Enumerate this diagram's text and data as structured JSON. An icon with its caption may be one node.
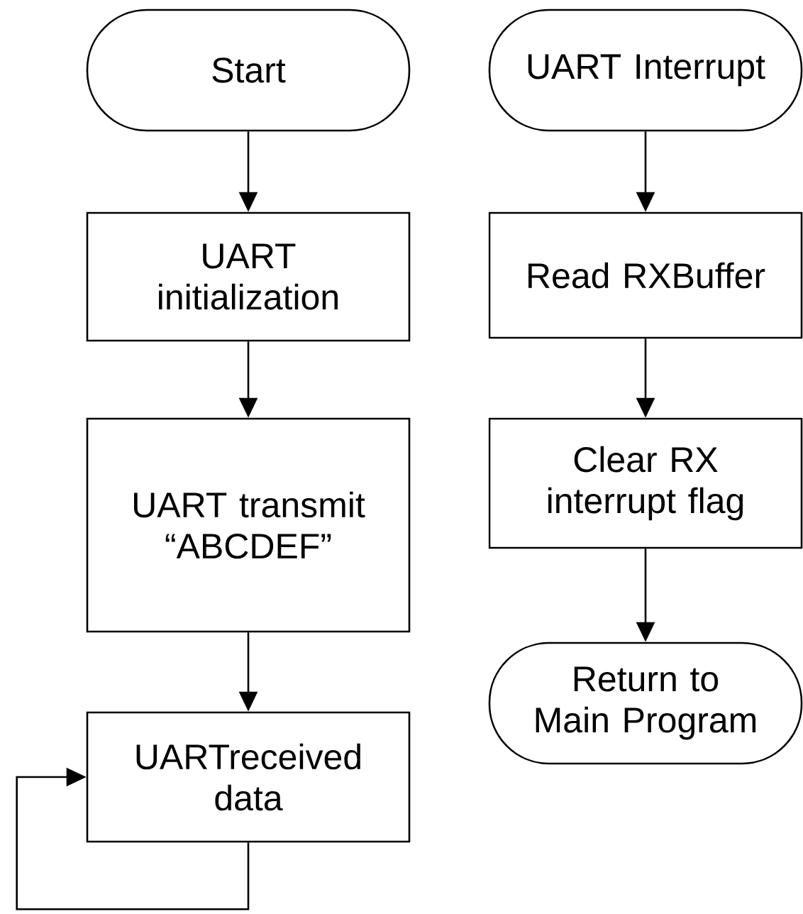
{
  "diagram": {
    "nodes": [
      {
        "text": [
          "Start"
        ]
      },
      {
        "text": [
          "UART initialization"
        ]
      },
      {
        "text": [
          "UART transmit “ABCDEF”"
        ]
      },
      {
        "text": [
          "UARTreceived data"
        ]
      },
      {
        "text": [
          "UART Interrupt"
        ]
      },
      {
        "text": [
          "Read RXBuffer"
        ]
      },
      {
        "text": [
          "Clear RX interrupt flag"
        ]
      },
      {
        "text": [
          "Return to Main Program"
        ]
      }
    ],
    "edges": [
      {
        "from": 0,
        "to": 1,
        "arrow": "to"
      },
      {
        "from": 1,
        "to": 2,
        "arrow": "to"
      },
      {
        "from": 2,
        "to": 3,
        "arrow": "to"
      },
      {
        "from": 3,
        "to": 3,
        "arrow": "to"
      },
      {
        "from": 4,
        "to": 5,
        "arrow": "to"
      },
      {
        "from": 5,
        "to": 6,
        "arrow": "to"
      },
      {
        "from": 6,
        "to": 7,
        "arrow": "to"
      }
    ]
  }
}
